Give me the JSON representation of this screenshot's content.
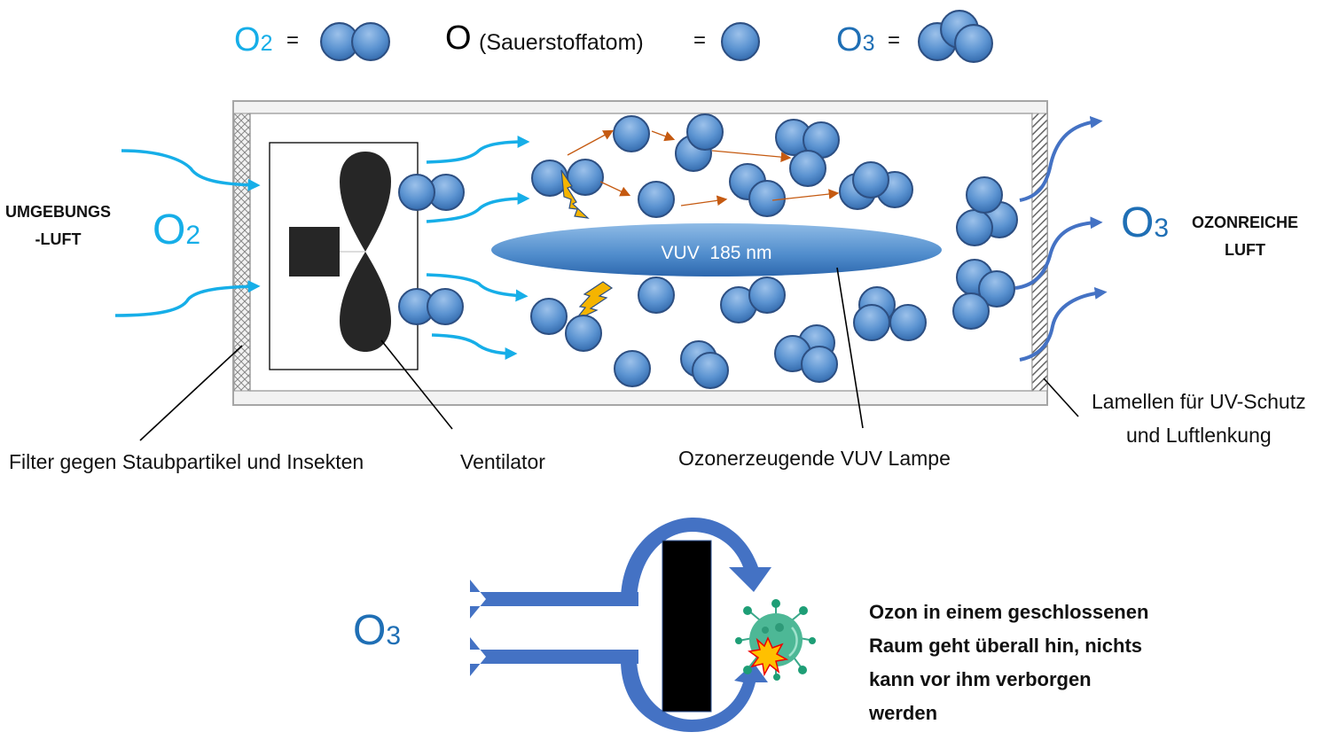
{
  "legend": {
    "o2_label": "O",
    "o2_sub": "2",
    "o_label": "O",
    "o_desc": "(Sauerstoffatom)",
    "o3_label": "O",
    "o3_sub": "3",
    "equals": "="
  },
  "inlet": {
    "title_line1": "UMGEBUNGS",
    "title_line2": "-LUFT",
    "formula": "O",
    "formula_sub": "2"
  },
  "lamp": {
    "label": "VUV  185 nm"
  },
  "outlet": {
    "formula": "O",
    "formula_sub": "3",
    "title_line1": "OZONREICHE",
    "title_line2": "LUFT"
  },
  "callouts": {
    "filter": "Filter gegen Staubpartikel und Insekten",
    "fan": "Ventilator",
    "lamp": "Ozonerzeugende VUV Lampe",
    "louvers_line1": "Lamellen für UV-Schutz",
    "louvers_line2": "und Luftlenkung"
  },
  "bottom": {
    "formula": "O",
    "formula_sub": "3",
    "statement": [
      "Ozon in einem geschlossenen",
      "Raum geht überall hin, nichts",
      "kann vor ihm verborgen",
      "werden"
    ]
  },
  "colors": {
    "o2_cyan": "#16aee8",
    "o3_blue": "#1f6fb5",
    "molecule_fill": "#4e86c6",
    "molecule_stroke": "#2d4f82",
    "arrow_blue": "#4472c4",
    "reaction_arrow": "#c55a11",
    "lightning": "#f5b400"
  }
}
